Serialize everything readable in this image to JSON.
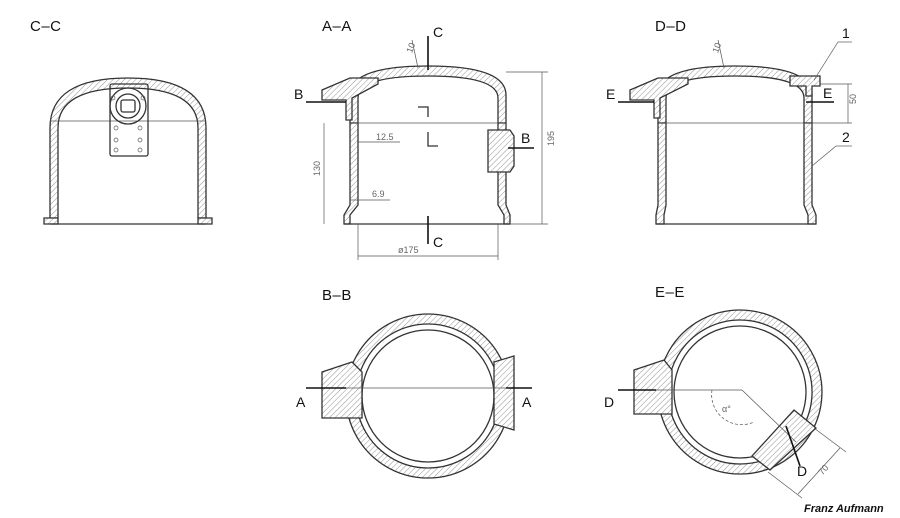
{
  "views": {
    "cc": {
      "title": "C–C"
    },
    "aa": {
      "title": "A–A",
      "section_top": "C",
      "section_bottom": "C",
      "cut_left": "B",
      "cut_right": "B"
    },
    "dd": {
      "title": "D–D",
      "cut_left": "E",
      "cut_right": "E"
    },
    "bb": {
      "title": "B–B",
      "cut_left": "A",
      "cut_right": "A"
    },
    "ee": {
      "title": "E–E",
      "cut_left": "D",
      "cut_right": "D"
    }
  },
  "dimensions": {
    "aa_wall_top": "10",
    "aa_wall_side": "12.5",
    "aa_height_lower": "130",
    "aa_height_total": "195",
    "aa_base_wall": "6.9",
    "aa_diameter": "ø175",
    "dd_wall_top": "10",
    "dd_height": "50",
    "ee_angle": "α°",
    "ee_length": "70"
  },
  "references": {
    "one": "1",
    "two": "2"
  },
  "author": "Franz Aufmann"
}
